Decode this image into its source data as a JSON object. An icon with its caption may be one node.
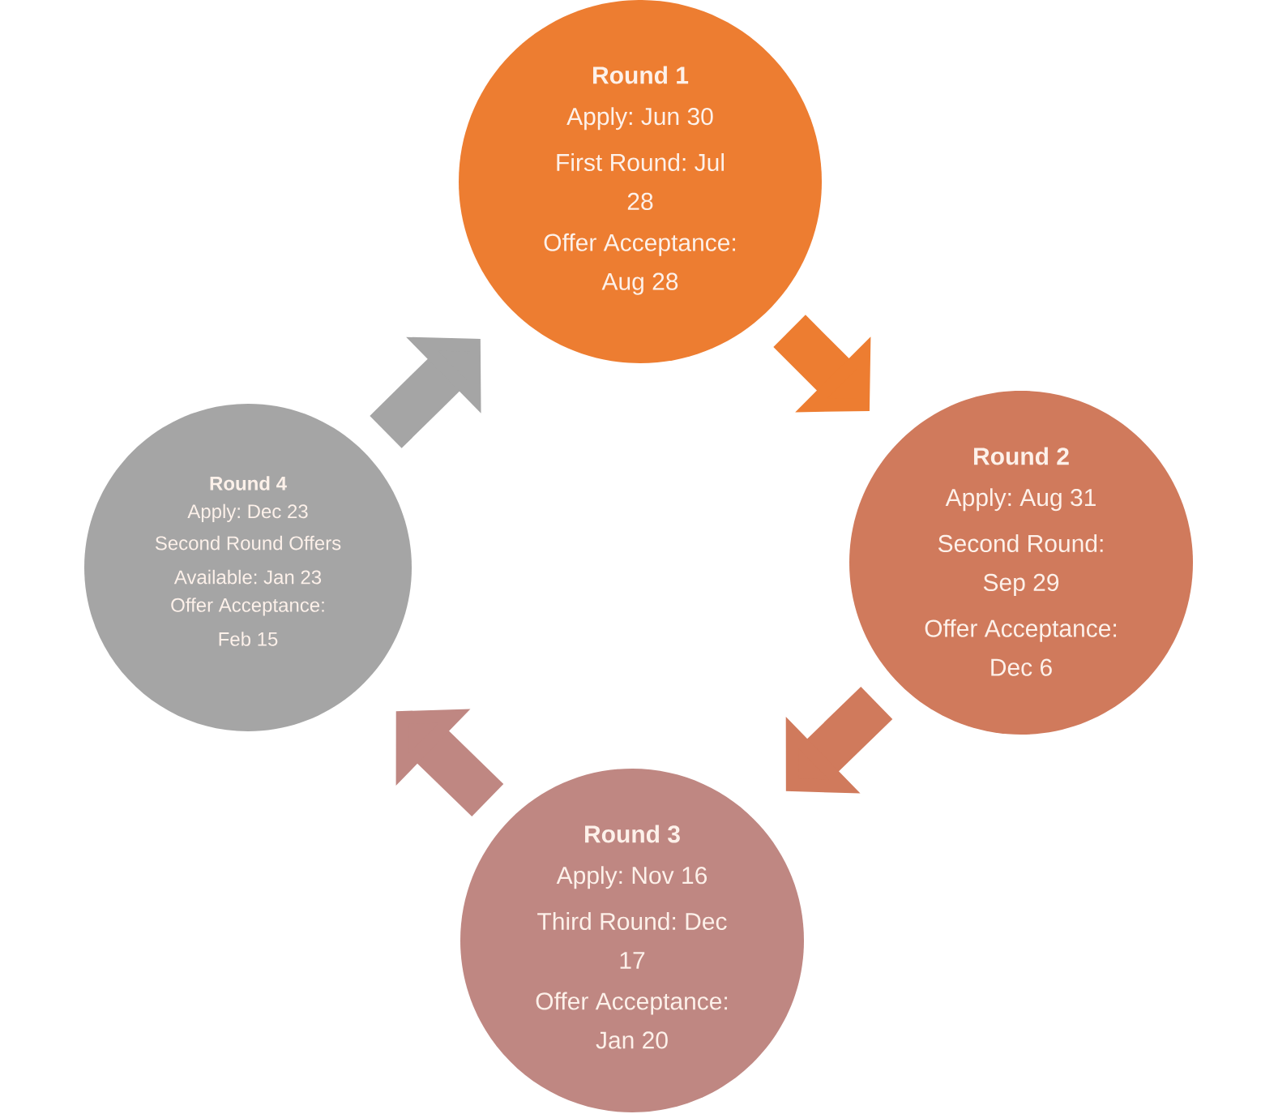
{
  "diagram": {
    "nodes": [
      {
        "text": [
          "Round 1",
          "Apply: Jun 30",
          "First Round: Jul 28",
          "Offer Acceptance: Aug 28"
        ]
      },
      {
        "text": [
          "Round 2",
          "Apply: Aug 31",
          "Second Round: Sep 29",
          "Offer Acceptance: Dec 6"
        ]
      },
      {
        "text": [
          "Round 3",
          "Apply: Nov 16",
          "Third Round: Dec 17",
          "Offer Acceptance: Jan 20"
        ]
      },
      {
        "text": [
          "Round 4",
          "Apply: Dec 23",
          "Second Round Offers Available: Jan 23",
          "Offer Acceptance: Feb 15"
        ]
      }
    ],
    "edges": [
      {
        "from": 0,
        "to": 1,
        "arrow": "to",
        "color": "#ed7d31"
      },
      {
        "from": 1,
        "to": 2,
        "arrow": "to",
        "color": "#d07a5c"
      },
      {
        "from": 2,
        "to": 3,
        "arrow": "to",
        "color": "#bf8782"
      },
      {
        "from": 3,
        "to": 0,
        "arrow": "to",
        "color": "#a5a5a5"
      }
    ]
  }
}
